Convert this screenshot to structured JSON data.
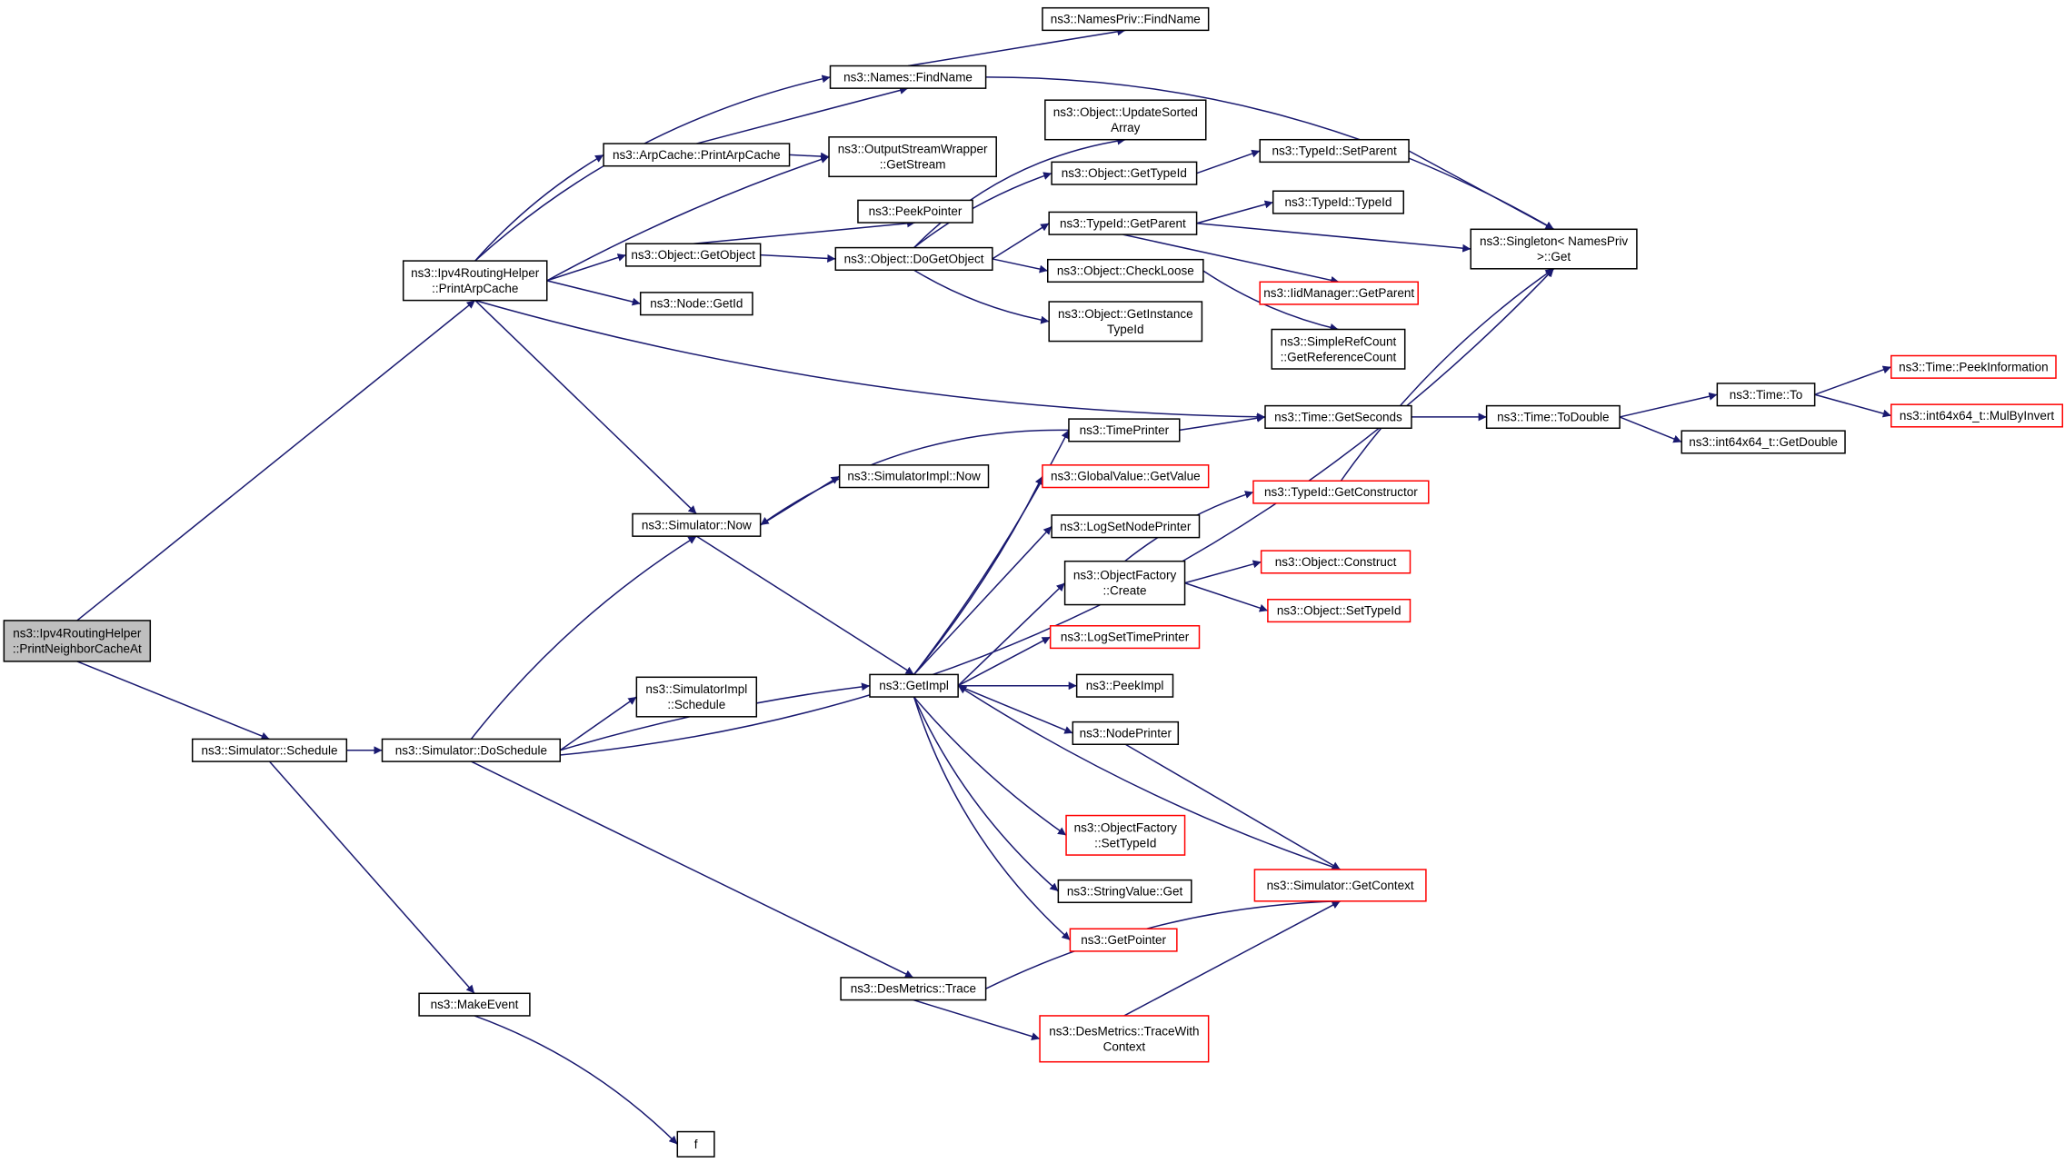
{
  "nodes": {
    "root": [
      "ns3::Ipv4RoutingHelper",
      "::PrintNeighborCacheAt"
    ],
    "schedule": [
      "ns3::Simulator::Schedule"
    ],
    "doschedule": [
      "ns3::Simulator::DoSchedule"
    ],
    "makeevent": [
      "ns3::MakeEvent"
    ],
    "f": [
      "f"
    ],
    "printarp": [
      "ns3::Ipv4RoutingHelper",
      "::PrintArpCache"
    ],
    "simnow": [
      "ns3::Simulator::Now"
    ],
    "simimplsched": [
      "ns3::SimulatorImpl",
      "::Schedule"
    ],
    "desmetrics": [
      "ns3::DesMetrics::Trace"
    ],
    "findname": [
      "ns3::Names::FindName"
    ],
    "namespriv": [
      "ns3::NamesPriv::FindName"
    ],
    "arpcache": [
      "ns3::ArpCache::PrintArpCache"
    ],
    "outstream": [
      "ns3::OutputStreamWrapper",
      "::GetStream"
    ],
    "getobject": [
      "ns3::Object::GetObject"
    ],
    "nodegetid": [
      "ns3::Node::GetId"
    ],
    "peekptr": [
      "ns3::PeekPointer"
    ],
    "dogetobject": [
      "ns3::Object::DoGetObject"
    ],
    "updsorted": [
      "ns3::Object::UpdateSorted",
      "Array"
    ],
    "objgettypeid": [
      "ns3::Object::GetTypeId"
    ],
    "typeidgetparent": [
      "ns3::TypeId::GetParent"
    ],
    "checkloose": [
      "ns3::Object::CheckLoose"
    ],
    "getinsttypeid": [
      "ns3::Object::GetInstance",
      "TypeId"
    ],
    "setparent": [
      "ns3::TypeId::SetParent"
    ],
    "typeidtypeid": [
      "ns3::TypeId::TypeId"
    ],
    "iidmgr": [
      "ns3::IidManager::GetParent"
    ],
    "simplerefcount": [
      "ns3::SimpleRefCount",
      "::GetReferenceCount"
    ],
    "singleton": [
      "ns3::Singleton< NamesPriv",
      " >::Get"
    ],
    "implnow": [
      "ns3::SimulatorImpl::Now"
    ],
    "getimpl": [
      "ns3::GetImpl"
    ],
    "timeprinter": [
      "ns3::TimePrinter"
    ],
    "gvgetvalue": [
      "ns3::GlobalValue::GetValue"
    ],
    "lognodeprinter": [
      "ns3::LogSetNodePrinter"
    ],
    "objfactcreate": [
      "ns3::ObjectFactory",
      "::Create"
    ],
    "logtimeprinter": [
      "ns3::LogSetTimePrinter"
    ],
    "peekimpl": [
      "ns3::PeekImpl"
    ],
    "nodeprinter": [
      "ns3::NodePrinter"
    ],
    "objfactsettypeid": [
      "ns3::ObjectFactory",
      "::SetTypeId"
    ],
    "stringvalueget": [
      "ns3::StringValue::Get"
    ],
    "getpointer": [
      "ns3::GetPointer"
    ],
    "tracewithctx": [
      "ns3::DesMetrics::TraceWith",
      "Context"
    ],
    "getseconds": [
      "ns3::Time::GetSeconds"
    ],
    "getconstructor": [
      "ns3::TypeId::GetConstructor"
    ],
    "objconstruct": [
      "ns3::Object::Construct"
    ],
    "objsettypeid": [
      "ns3::Object::SetTypeId"
    ],
    "getcontext": [
      "ns3::Simulator::GetContext"
    ],
    "todouble": [
      "ns3::Time::ToDouble"
    ],
    "timeto": [
      "ns3::Time::To"
    ],
    "getdouble": [
      "ns3::int64x64_t::GetDouble"
    ],
    "peekinfo": [
      "ns3::Time::PeekInformation"
    ],
    "mulbyinvert": [
      "ns3::int64x64_t::MulByInvert"
    ]
  },
  "colors": {
    "edge": "#191970",
    "border": "#000000",
    "border_incomplete": "#ff0000",
    "root_fill": "#bfbfbf"
  }
}
